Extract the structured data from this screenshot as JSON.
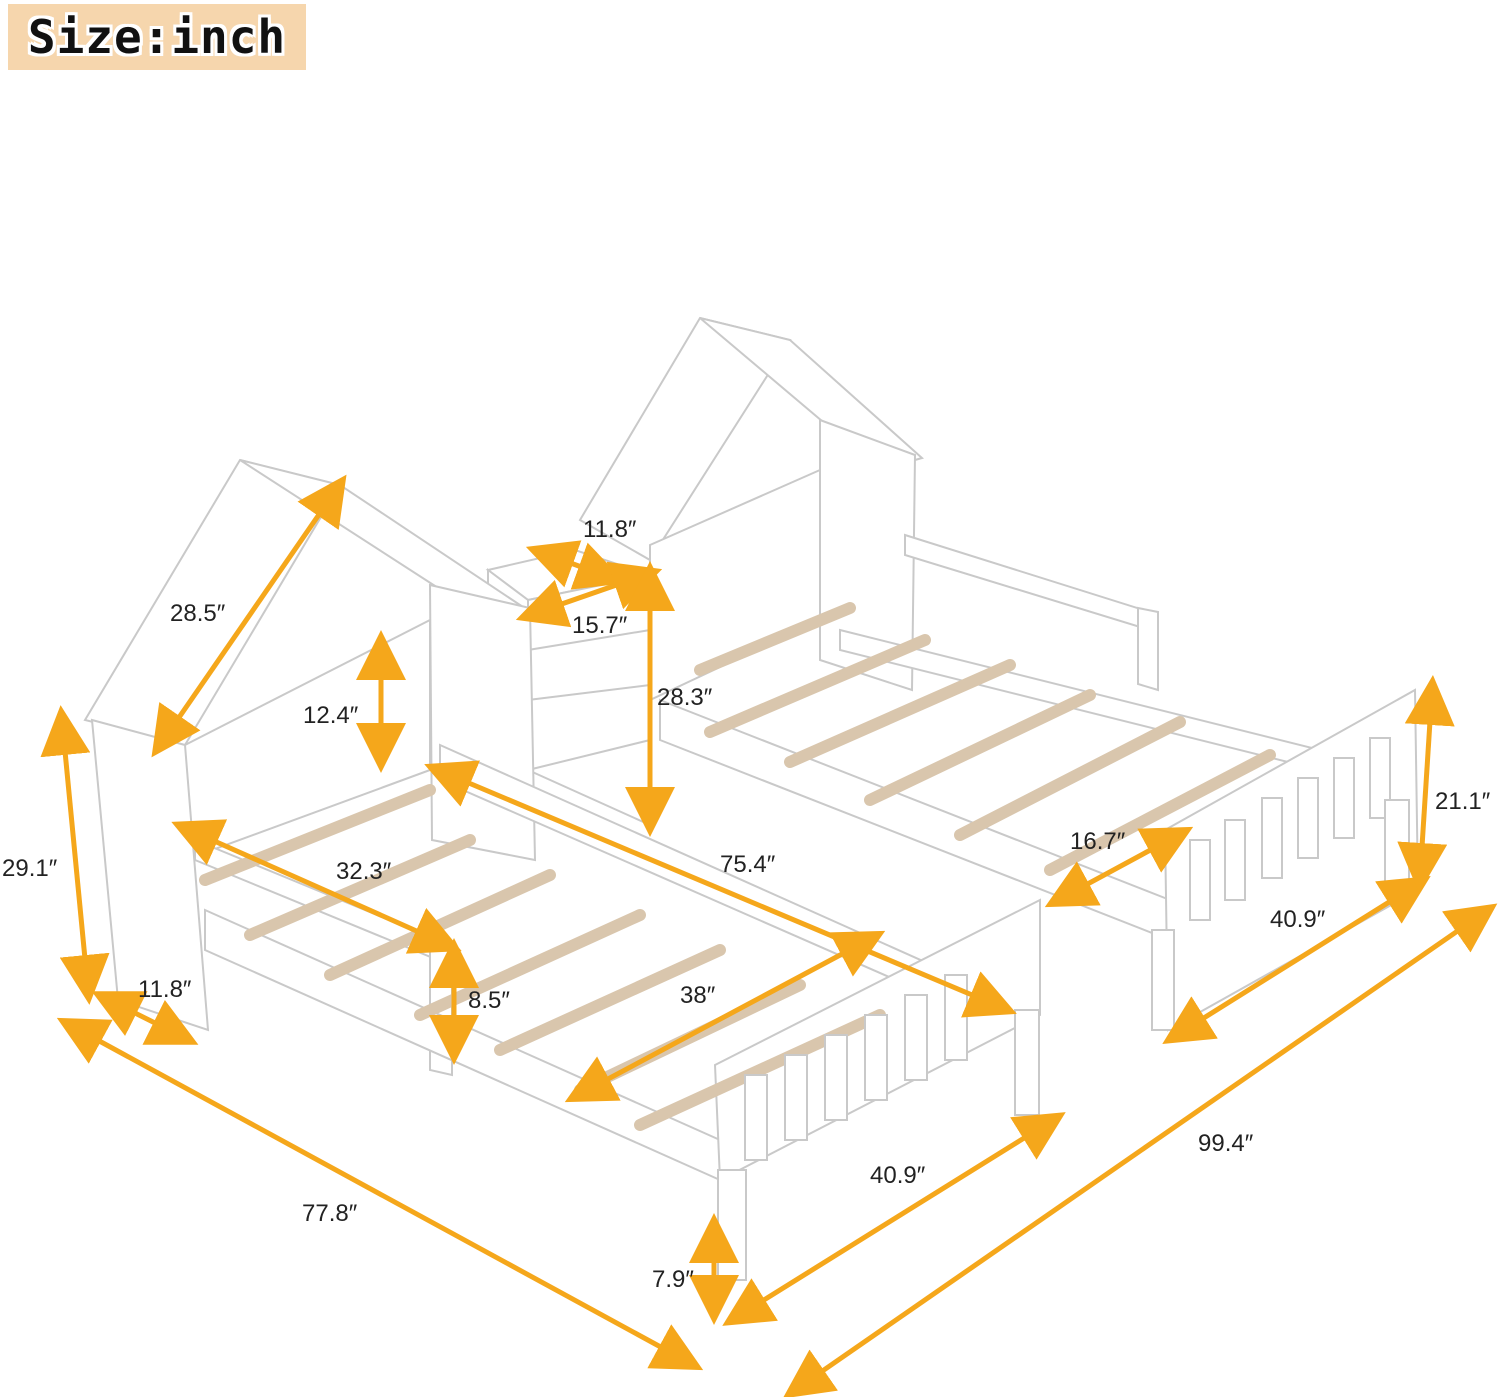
{
  "badge": {
    "text": "Size:inch"
  },
  "colors": {
    "arrow": "#f5a71b",
    "frame": "#ffffff",
    "edge": "#c9c9c9",
    "slat": "#e9d8c2",
    "badge": "#f6d6ad"
  },
  "dimensions": {
    "roof_slope": "28.5″",
    "shelf_top_width": "11.8″",
    "shelf_depth": "15.7″",
    "shelf_height": "28.3″",
    "headboard_panel": "12.4″",
    "left_height": "29.1″",
    "left_base_depth": "11.8″",
    "guard_rail": "32.3″",
    "bed_length": "75.4″",
    "rail_height": "8.5″",
    "inner_width": "38″",
    "overall_length": "77.8″",
    "front_width": "40.9″",
    "clearance": "7.9″",
    "overall_width": "99.4″",
    "right_front_width": "40.9″",
    "foot_gap": "16.7″",
    "footboard_height": "21.1″"
  }
}
